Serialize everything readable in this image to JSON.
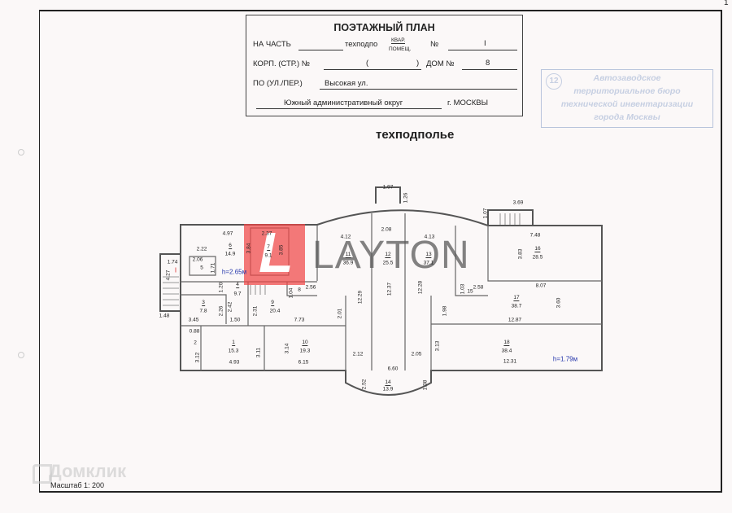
{
  "page_number": "1",
  "title_block": {
    "title": "ПОЭТАЖНЫЙ ПЛАН",
    "na_chast_label": "НА ЧАСТЬ",
    "na_chast_value": "техподпо",
    "kvar_label": "КВАР.",
    "pomeshch_label": "ПОМЕЩ.",
    "number_label": "№",
    "number_value": "I",
    "korp_label": "КОРП. (СТР.) №",
    "korp_open": "(",
    "korp_close": ")",
    "dom_label": "ДОМ №",
    "dom_value": "8",
    "street_label": "ПО (УЛ./ПЕР.)",
    "street_value": "Высокая ул.",
    "district_value": "Южный административный округ",
    "city_label": "г. МОСКВЫ"
  },
  "heading": "техподполье",
  "stamp": {
    "number": "12",
    "lines": [
      "Автозаводское",
      "территориальное бюро",
      "технической инвентаризации",
      "города Москвы"
    ]
  },
  "logo": {
    "mark": "L",
    "text": "LAYTON",
    "color": "#f04646"
  },
  "watermark": "Домклик",
  "scale": "Масштаб 1: 200",
  "plan": {
    "labels": [
      "4.97",
      "6",
      "14.9",
      "3.84",
      "2.37",
      "7",
      "9.1",
      "3.85",
      "2.22",
      "2.06",
      "5",
      "1.71",
      "h=2.65м",
      "1.74",
      "I",
      "4.27",
      "1.48",
      "1.20",
      "4",
      "9.7",
      "3",
      "7.8",
      "2.26",
      "2.42",
      "2.31",
      "9",
      "20.4",
      "2.01",
      "3.45",
      "1.50",
      "7.73",
      "1.04",
      "8",
      "2.56",
      "0.88",
      "2",
      "3.12",
      "1",
      "15.3",
      "3.11",
      "4.93",
      "3.14",
      "10",
      "19.3",
      "6.15",
      "4.12",
      "11",
      "36.9",
      "12.29",
      "2.12",
      "2.52",
      "1.97",
      "1.26",
      "2.08",
      "12",
      "25.5",
      "4.13",
      "13",
      "37.1",
      "12.37",
      "12.28",
      "3.69",
      "1.07",
      "7.48",
      "3.83",
      "16",
      "28.5",
      "2.58",
      "1.03",
      "15",
      "8.07",
      "17",
      "38.7",
      "3.60",
      "1.98",
      "12.87",
      "3.13",
      "18",
      "38.4",
      "12.31",
      "h=1.79м",
      "2.05",
      "6.60",
      "14",
      "13.9",
      "1.38"
    ]
  }
}
